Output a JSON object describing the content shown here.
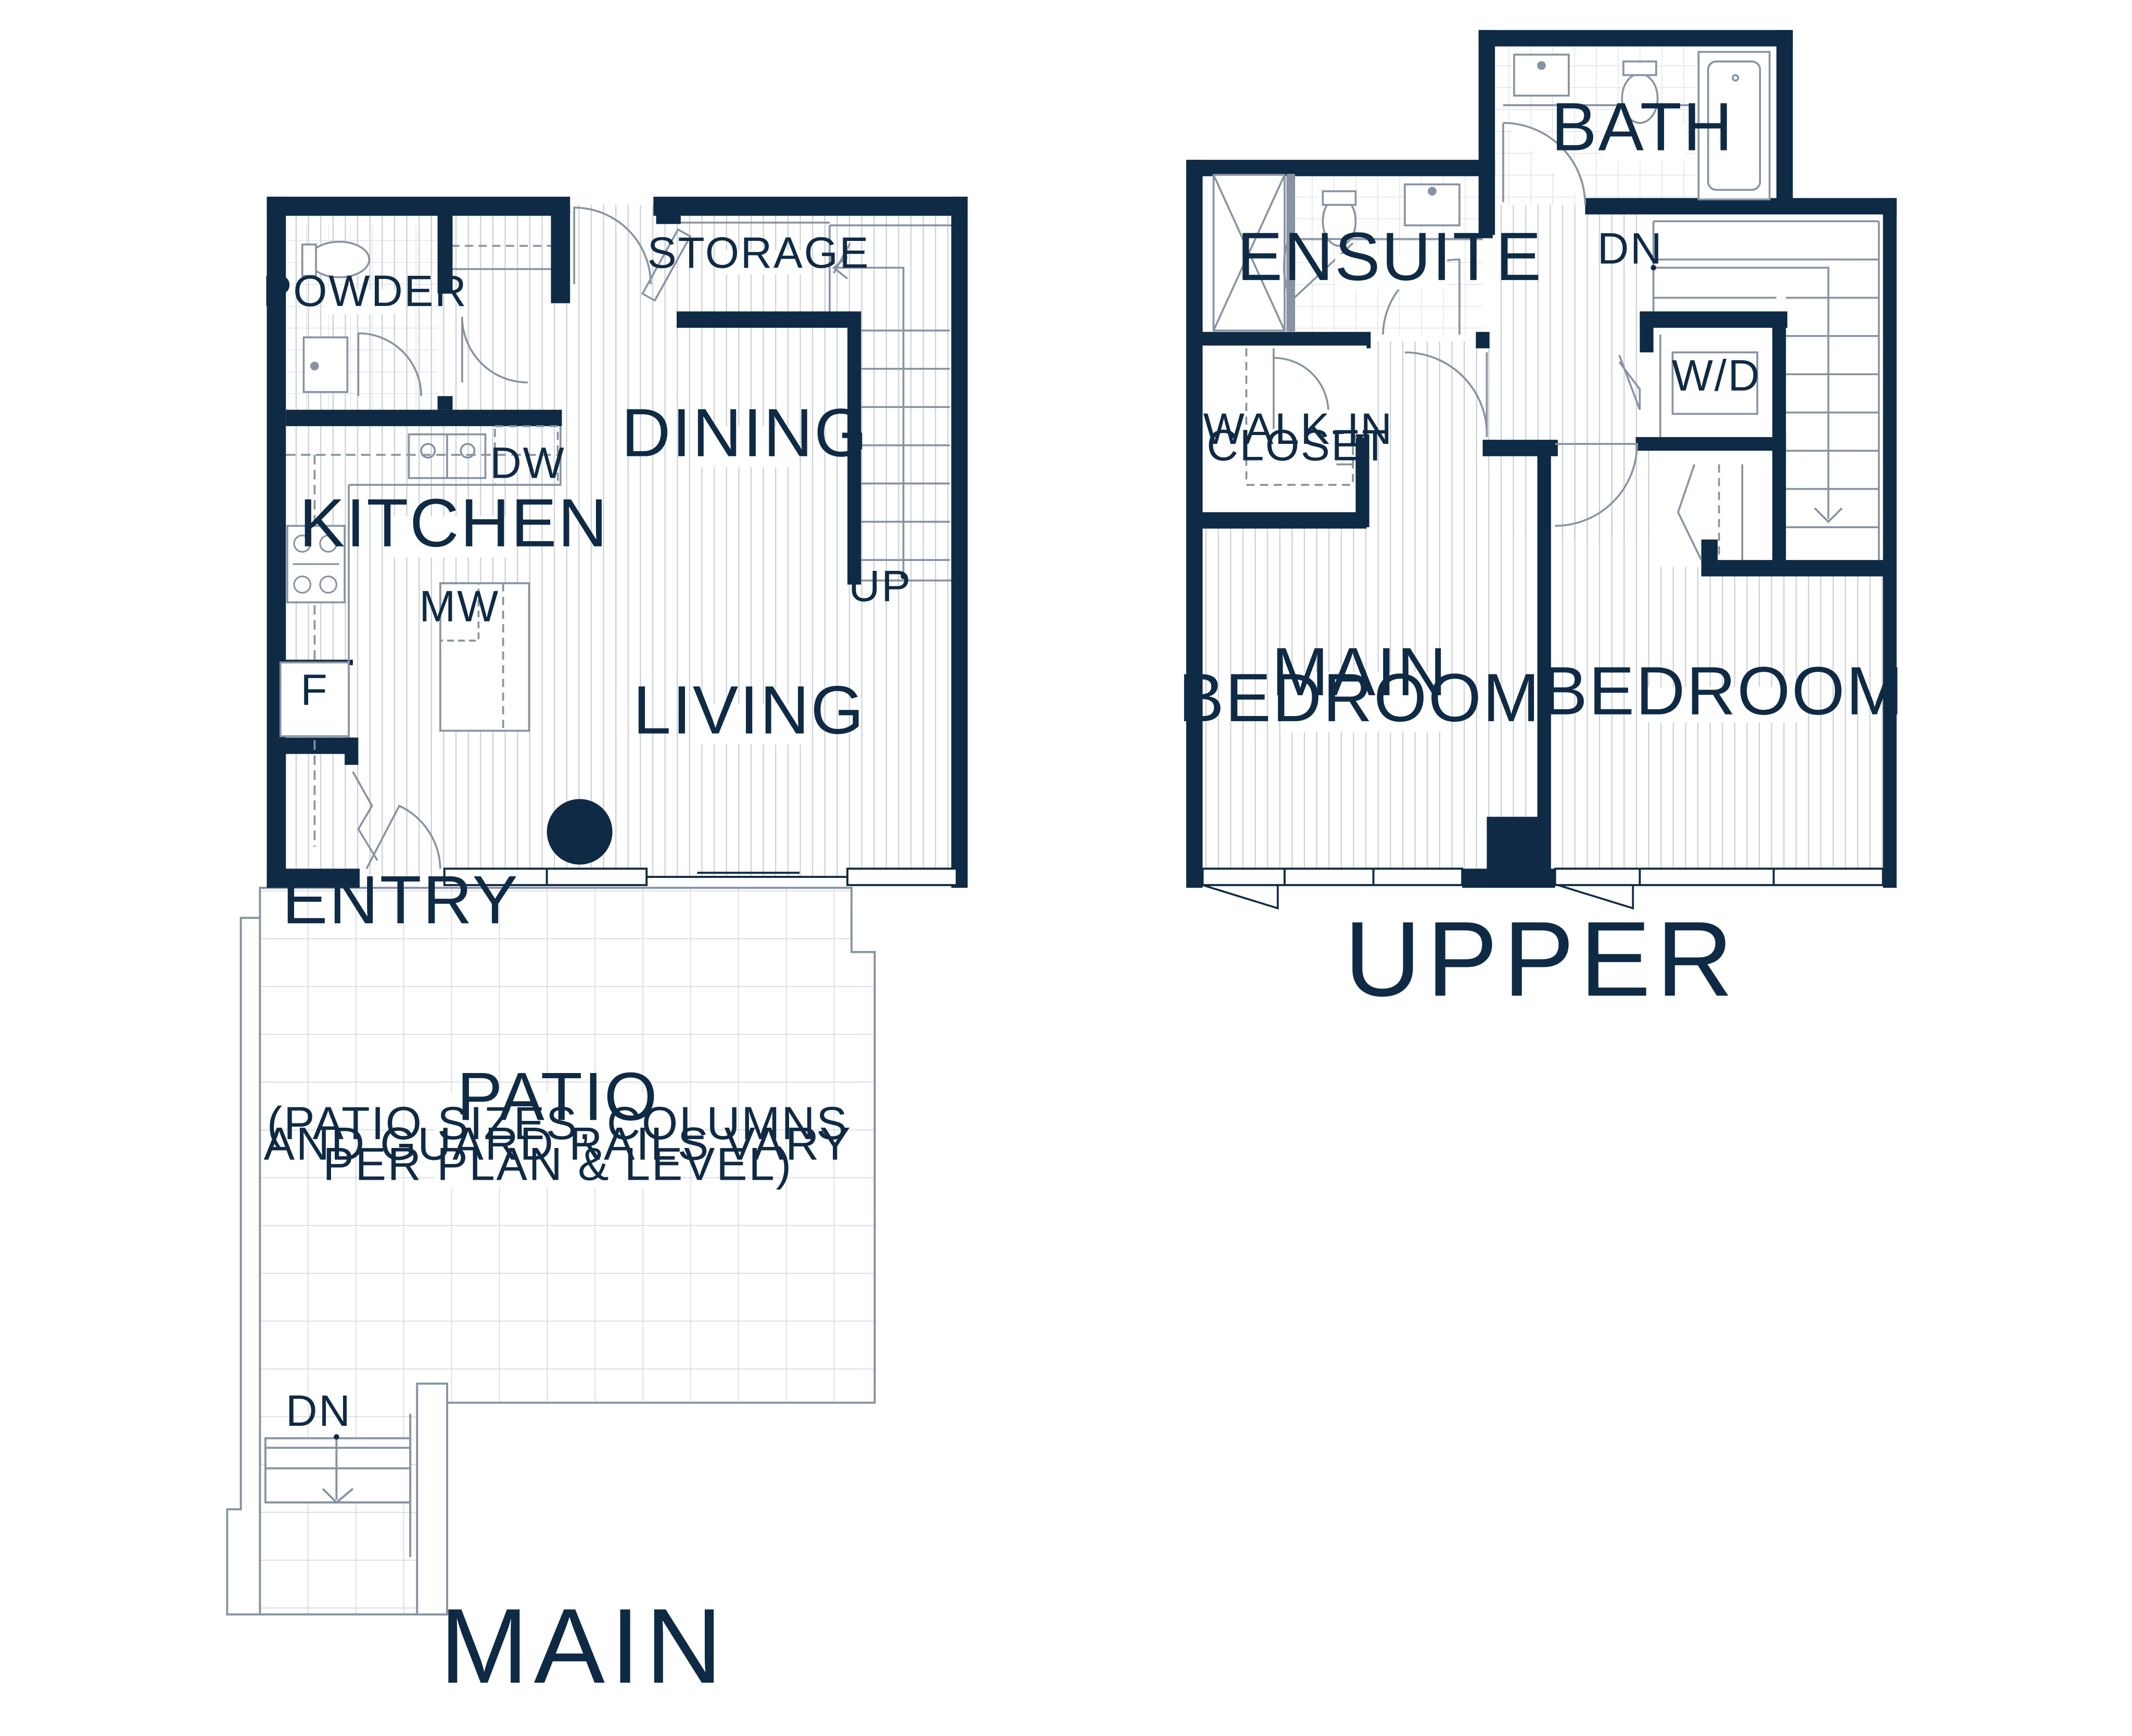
{
  "colors": {
    "wall": "#0f2a44",
    "line": "#8793a2",
    "light": "#c7cdd5",
    "background": "#ffffff"
  },
  "main": {
    "title": "MAIN",
    "rooms": {
      "powder": "POWDER",
      "storage": "STORAGE",
      "dining": "DINING",
      "kitchen": "KITCHEN",
      "living": "LIVING",
      "entry": "ENTRY",
      "patio": "PATIO",
      "patio_note": [
        "(PATIO SIZES, COLUMNS",
        "AND GUARD RAILS VARY",
        "PER PLAN & LEVEL)"
      ]
    },
    "fixtures": {
      "dw": "DW",
      "mw": "MW",
      "fridge": "F",
      "up": "UP",
      "dn": "DN"
    }
  },
  "upper": {
    "title": "UPPER",
    "rooms": {
      "bath": "BATH",
      "ensuite": "ENSUITE",
      "walkin": [
        "WALK-IN",
        "CLOSET"
      ],
      "main_bedroom": [
        "MAIN",
        "BEDROOM"
      ],
      "bedroom": "BEDROOM"
    },
    "fixtures": {
      "wd": "W/D",
      "dn": "DN"
    }
  }
}
